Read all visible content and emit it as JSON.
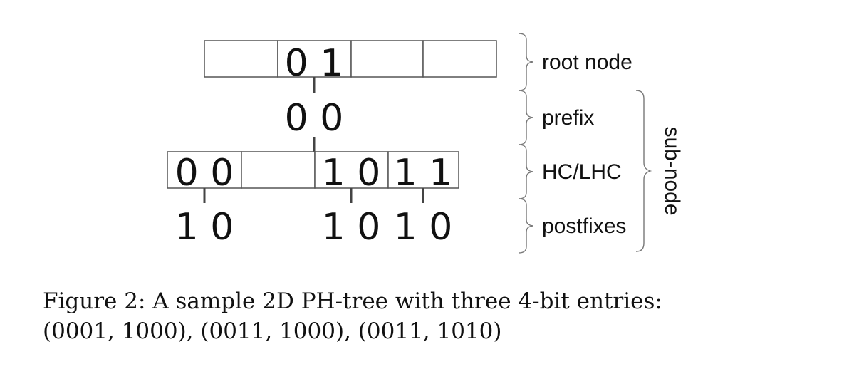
{
  "nodes": {
    "root": {
      "cells": [
        "",
        "0 1",
        "",
        ""
      ]
    },
    "prefix": "0 0",
    "sub": {
      "cells": [
        "0 0",
        "",
        "1 0",
        "1 1"
      ]
    },
    "postfixes": [
      "1 0",
      "1 0",
      "1 0"
    ]
  },
  "labels": {
    "root_node": "root node",
    "prefix": "prefix",
    "hc": "HC/LHC",
    "postfixes": "postfixes",
    "sub_node": "sub-node"
  },
  "caption": {
    "line1": "Figure 2:  A sample 2D PH-tree with three 4-bit entries:",
    "line2": "(0001, 1000), (0011, 1000), (0011, 1010)"
  }
}
